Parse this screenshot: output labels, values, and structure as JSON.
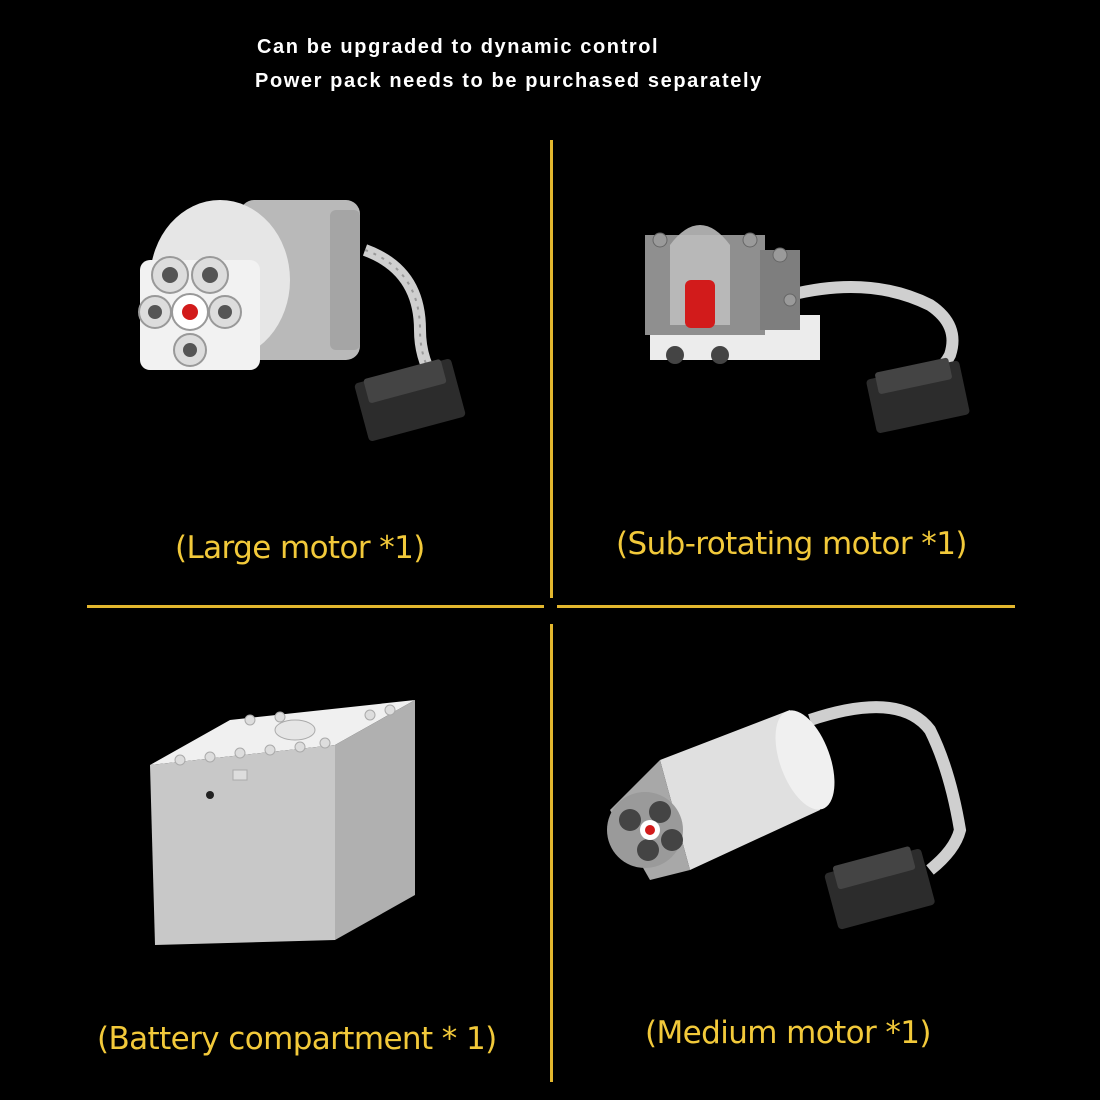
{
  "header": {
    "line1": "Can be upgraded to dynamic control",
    "line2": "Power pack needs to be purchased separately"
  },
  "products": [
    {
      "caption": "(Large motor *1)",
      "icon": "large-motor-icon"
    },
    {
      "caption": "(Sub-rotating motor *1)",
      "icon": "servo-motor-icon"
    },
    {
      "caption": "(Battery compartment * 1)",
      "icon": "battery-box-icon"
    },
    {
      "caption": "(Medium motor *1)",
      "icon": "medium-motor-icon"
    }
  ],
  "colors": {
    "background": "#000000",
    "accent": "#f2c93a",
    "divider": "#e3b72e",
    "header_text": "#ffffff"
  }
}
